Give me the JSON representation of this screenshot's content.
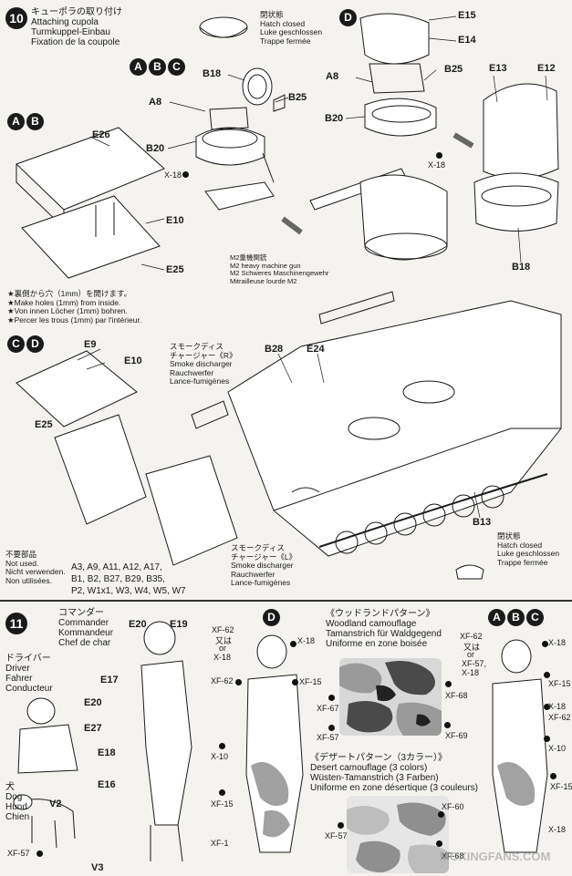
{
  "step10": {
    "number": "10",
    "title_lines": [
      "キューポラの取り付け",
      "Attaching cupola",
      "Turmkuppel-Einbau",
      "Fixation de la coupole"
    ],
    "hatch_closed_top": [
      "閉状態",
      "Hatch closed",
      "Luke geschlossen",
      "Trappe fermée"
    ],
    "variants_abc": [
      "A",
      "B",
      "C"
    ],
    "variants_ab": [
      "A",
      "B"
    ],
    "variants_cd": [
      "C",
      "D"
    ],
    "variant_d": "D",
    "parts": {
      "e15": "E15",
      "e14": "E14",
      "b18a": "B18",
      "b25a": "B25",
      "a8a": "A8",
      "b20a": "B20",
      "x18a": "X-18",
      "a8b": "A8",
      "b25b": "B25",
      "b20b": "B20",
      "e13": "E13",
      "e12": "E12",
      "x18b": "X-18",
      "b18b": "B18",
      "e26": "E26",
      "e10a": "E10",
      "e25a": "E25",
      "e9": "E9",
      "e10b": "E10",
      "e25b": "E25",
      "b28": "B28",
      "e24": "E24",
      "b13": "B13"
    },
    "m2_gun": [
      "M2重機関銃",
      "M2 heavy machine gun",
      "M2 Schweres Maschinengewehr",
      "Mitrailleuse lourde M2"
    ],
    "make_holes": [
      "★裏側から穴（1mm）を開けます。",
      "★Make holes (1mm) from inside.",
      "★Von innen Löcher (1mm) bohren.",
      "★Percer les trous (1mm) par l'intérieur."
    ],
    "smoke_r": [
      "スモークディス",
      "チャージャー《R》",
      "Smoke discharger",
      "Rauchwerfer",
      "Lance-fumigènes"
    ],
    "smoke_l": [
      "スモークディス",
      "チャージャー《L》",
      "Smoke discharger",
      "Rauchwerfer",
      "Lance-fumigènes"
    ],
    "not_used_heading": [
      "不要部品",
      "Not used.",
      "Nicht verwenden.",
      "Non utilisées."
    ],
    "not_used_parts": [
      "A3, A9, A11, A12, A17,",
      "B1, B2, B27, B29, B35,",
      "P2, W1x1, W3, W4, W5, W7"
    ],
    "hatch_closed_bottom": [
      "閉状態",
      "Hatch closed",
      "Luke geschlossen",
      "Trappe fermée"
    ]
  },
  "step11": {
    "number": "11",
    "commander": [
      "コマンダー",
      "Commander",
      "Kommandeur",
      "Chef de char"
    ],
    "driver": [
      "ドライバー",
      "Driver",
      "Fahrer",
      "Conducteur"
    ],
    "dog": [
      "犬",
      "Dog",
      "Hund",
      "Chien"
    ],
    "parts": {
      "e20a": "E20",
      "e19": "E19",
      "e17": "E17",
      "e18": "E18",
      "e16": "E16",
      "e20b": "E20",
      "e27": "E27",
      "v2": "V2",
      "v3": "V3"
    },
    "variant_d": "D",
    "variants_abc": [
      "A",
      "B",
      "C"
    ],
    "woodland": [
      "《ウッドランドパターン》",
      "Woodland camouflage",
      "Tamanstrich für Waldgegend",
      "Uniforme en zone boisée"
    ],
    "desert": [
      "《デザートパターン（3カラー）》",
      "Desert camouflage (3 colors)",
      "Wüsten-Tamanstrich (3 Farben)",
      "Uniforme en zone désertique (3 couleurs)"
    ],
    "colors_d": {
      "xf62_top": "XF-62",
      "or1": "又は",
      "or2": "or",
      "x18_1": "X-18",
      "x18_2": "X-18",
      "xf15_1": "XF-15",
      "xf62_mid": "XF-62",
      "x10_1": "X-10",
      "xf15_2": "XF-15",
      "xf1": "XF-1"
    },
    "colors_woodland": {
      "xf67": "XF-67",
      "xf68": "XF-68",
      "xf57": "XF-57",
      "xf69": "XF-69"
    },
    "colors_desert": {
      "xf57": "XF-57",
      "xf60": "XF-60",
      "xf68": "XF-68"
    },
    "colors_abc": {
      "xf62_top": "XF-62",
      "or1": "又は",
      "or2": "or",
      "xf57": "XF-57,",
      "x18": "X-18",
      "x18b": "X-18",
      "xf15a": "XF-15",
      "x18c": "X-18",
      "xf62": "XF-62",
      "x10": "X-10",
      "xf15b": "XF-15",
      "x18d": "X-18"
    },
    "dog_color": "XF-57",
    "watermark": "MOXINGFANS.COM"
  },
  "colors": {
    "ink": "#1a1a1a",
    "paper": "#f4f3ef",
    "woodland_light": "#d8d8d8",
    "woodland_mid": "#9a9a9a",
    "woodland_dark": "#4a4a4a",
    "desert_light": "#e6e6e6",
    "desert_mid": "#bdbdbd",
    "desert_dark": "#8f8f8f"
  }
}
